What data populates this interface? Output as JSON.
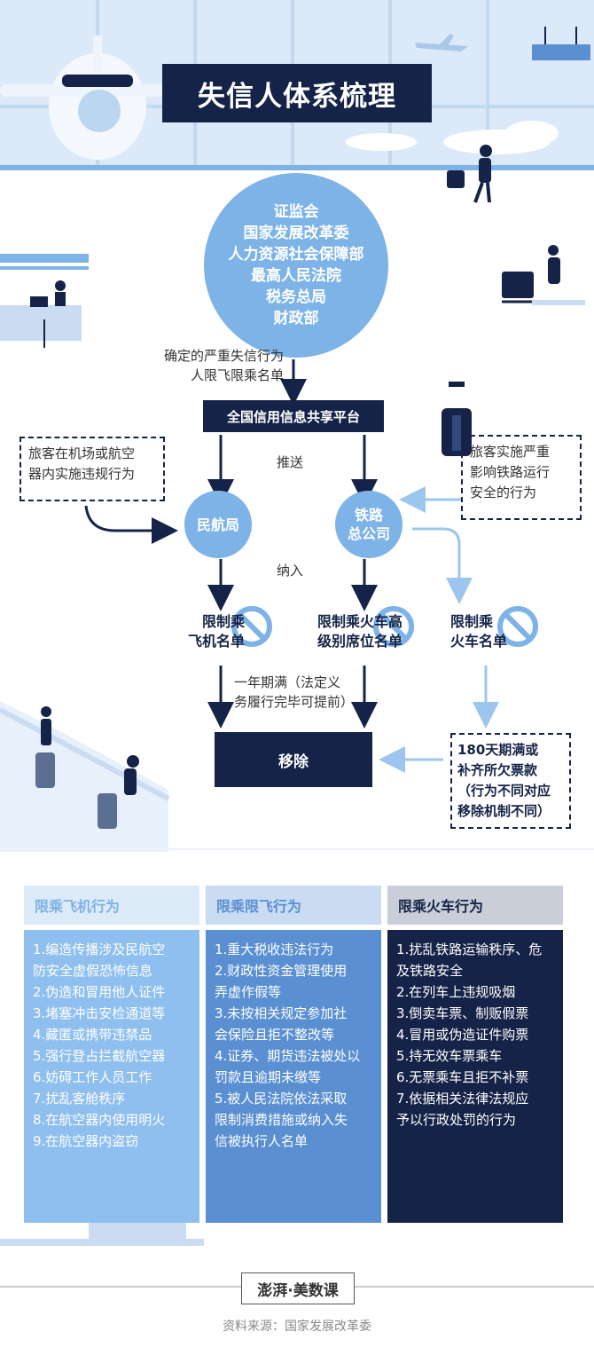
{
  "title": "失信人体系梳理",
  "authorities": [
    "证监会",
    "国家发展改革委",
    "人力资源社会保障部",
    "最高人民法院",
    "税务总局",
    "财政部"
  ],
  "severe_label": [
    "确定的严重失信行为",
    "人限飞限乘名单"
  ],
  "platform": "全国信用信息共享平台",
  "push_label": "推送",
  "include_label": "纳入",
  "airport_note": [
    "旅客在机场或航空",
    "器内实施违规行为"
  ],
  "railway_note": [
    "旅客实施严重",
    "影响铁路运行",
    "安全的行为"
  ],
  "node_caac": "民航局",
  "node_railway": [
    "铁路",
    "总公司"
  ],
  "list_plane": [
    "限制乘",
    "飞机名单"
  ],
  "list_highspeed": [
    "限制乘火车高",
    "级别席位名单"
  ],
  "list_train": [
    "限制乘",
    "火车名单"
  ],
  "one_year": [
    "一年期满（法定义",
    "务履行完毕可提前）"
  ],
  "remove": "移除",
  "train_removal": [
    "180天期满或",
    "补齐所欠票款",
    "（行为不同对应",
    "移除机制不同）"
  ],
  "columns": [
    {
      "head": "限乘飞机行为",
      "items": [
        "1.编造传播涉及民航空",
        "防安全虚假恐怖信息",
        "2.伪造和冒用他人证件",
        "3.堵塞冲击安检通道等",
        "4.藏匿或携带违禁品",
        "5.强行登占拦截航空器",
        "6.妨碍工作人员工作",
        "7.扰乱客舱秩序",
        "8.在航空器内使用明火",
        "9.在航空器内盗窃"
      ]
    },
    {
      "head": "限乘限飞行为",
      "items": [
        "1.重大税收违法行为",
        "2.财政性资金管理使用",
        "弄虚作假等",
        "3.未按相关规定参加社",
        "会保险且拒不整改等",
        "4.证券、期货违法被处以",
        "罚款且逾期未缴等",
        "5.被人民法院依法采取",
        "限制消费措施或纳入失",
        "信被执行人名单"
      ]
    },
    {
      "head": "限乘火车行为",
      "items": [
        "1.扰乱铁路运输秩序、危",
        "及铁路安全",
        "2.在列车上违规吸烟",
        "3.倒卖车票、制贩假票",
        "4.冒用或伪造证件购票",
        "5.持无效车票乘车",
        "6.无票乘车且拒不补票",
        "7.依据相关法律法规应",
        "予以行政处罚的行为"
      ]
    }
  ],
  "logo": "澎湃·美数课",
  "source": "资料来源：国家发展改革委",
  "colors": {
    "navy": "#142347",
    "mid_blue": "#7db3e6",
    "light_bg": "#e3eefa",
    "col1_head": "#ddeaf8",
    "col1_body": "#8fbfee",
    "col2_head": "#c9dcf2",
    "col2_body": "#5a8fd2",
    "col3_head": "#c9ced8",
    "col3_body": "#142347"
  }
}
